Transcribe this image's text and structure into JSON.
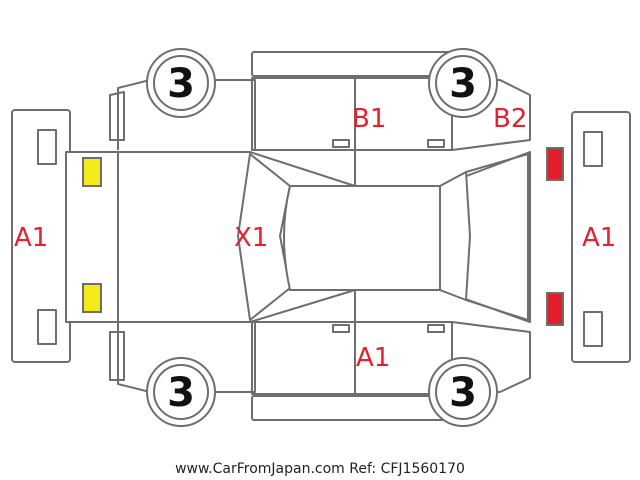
{
  "marks": {
    "front_bumper": "A1",
    "rear_bumper": "A1",
    "hood": "X1",
    "roof_side": "B1",
    "rear_quarter": "B2",
    "lower_side": "A1"
  },
  "tires": {
    "front_left": "3",
    "rear_left": "3",
    "front_right": "3",
    "rear_right": "3"
  },
  "colors": {
    "outline": "#6e6e6e",
    "mark_text": "#e8202e",
    "front_lamp": "#f2ea1a",
    "rear_lamp": "#e01f2b"
  },
  "footer": {
    "text": "www.CarFromJapan.com Ref: CFJ1560170"
  }
}
